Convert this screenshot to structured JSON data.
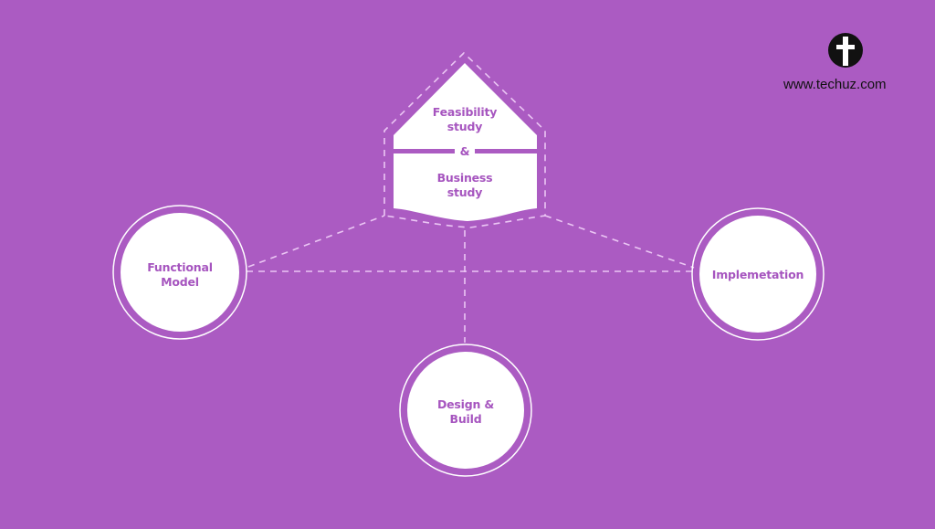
{
  "brand": {
    "logo_icon": "cross-in-circle-icon",
    "website": "www.techuz.com"
  },
  "colors": {
    "background": "#ab5bc2",
    "text": "#a655bf",
    "shape_fill": "#ffffff",
    "dash": "#ebc6f4"
  },
  "diagram": {
    "top_node": {
      "line1": "Feasibility",
      "line2": "study",
      "connector": "&",
      "line3": "Business",
      "line4": "study"
    },
    "left_node": {
      "line1": "Functional",
      "line2": "Model"
    },
    "bottom_node": {
      "line1": "Design &",
      "line2": "Build"
    },
    "right_node": {
      "line1": "Implemetation"
    }
  }
}
